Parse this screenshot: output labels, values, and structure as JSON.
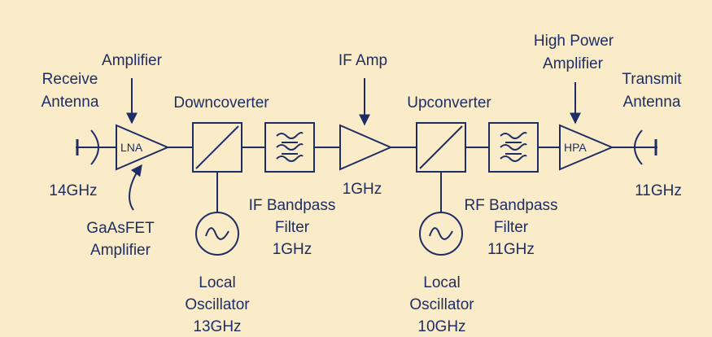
{
  "colors": {
    "background": "#faecc9",
    "ink": "#1e2d64",
    "block_fill": "#faecc9"
  },
  "labels": {
    "amplifier": "Amplifier",
    "receive": "Receive",
    "antenna_rx": "Antenna",
    "freq_rx": "14GHz",
    "gaasfet": "GaAsFET",
    "gaasfet_amp": "Amplifier",
    "lna": "LNA",
    "downconverter": "Downcoverter",
    "lo1_line1": "Local",
    "lo1_line2": "Oscillator",
    "lo1_line3": "13GHz",
    "if_bpf_line1": "IF Bandpass",
    "if_bpf_line2": "Filter",
    "if_bpf_line3": "1GHz",
    "if_amp": "IF Amp",
    "if_freq": "1GHz",
    "upconverter": "Upconverter",
    "lo2_line1": "Local",
    "lo2_line2": "Oscillator",
    "lo2_line3": "10GHz",
    "rf_bpf_line1": "RF Bandpass",
    "rf_bpf_line2": "Filter",
    "rf_bpf_line3": "11GHz",
    "hpa_line1": "High Power",
    "hpa_line2": "Amplifier",
    "hpa": "HPA",
    "transmit": "Transmit",
    "antenna_tx": "Antenna",
    "freq_tx": "11GHz"
  }
}
